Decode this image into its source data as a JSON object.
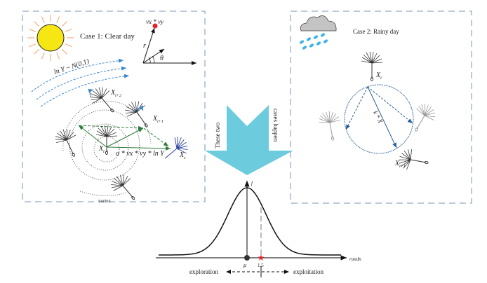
{
  "case1": {
    "title": "Case 1: Clear day",
    "wind_label": "ln Y ~ N(0,1)",
    "vector_label": "vx * vy",
    "r_label": "r",
    "theta_label": "θ",
    "pos_t2": "X",
    "pos_t2_sub": "t+2",
    "pos_t1": "X",
    "pos_t1_sub": "t+1",
    "pos_t": "X",
    "pos_t_sub": "t",
    "pos_s": "X",
    "pos_s_sub": "s",
    "formula": "α * vx * vy * ln Y",
    "vortex_label": "vortex",
    "icons": [
      "sun-icon",
      "dandelion-seed-icon"
    ]
  },
  "case2": {
    "title": "Case 2: Rainy day",
    "pos_t": "X",
    "pos_t_sub": "t",
    "pos_t1": "X",
    "pos_t1_sub": "t+1",
    "step_label": "k * X",
    "icons": [
      "rain-cloud-icon",
      "dandelion-seed-icon"
    ]
  },
  "center_arrow": {
    "left_text": "These two",
    "right_text": "cases happen",
    "color": "#6ccbdc"
  },
  "distribution": {
    "y_label": "f",
    "x_label": "randn",
    "mean_label": "μ",
    "threshold_label": "1.5",
    "left_label": "exploration",
    "right_label": "exploitation",
    "threshold_color": "#e8202a"
  },
  "colors": {
    "box_border": "#7a96b4",
    "wind": "#3a86d0",
    "vector": "#2e7d3a",
    "circle": "#2a5f93",
    "seed_blue": "#2a3fa0"
  }
}
